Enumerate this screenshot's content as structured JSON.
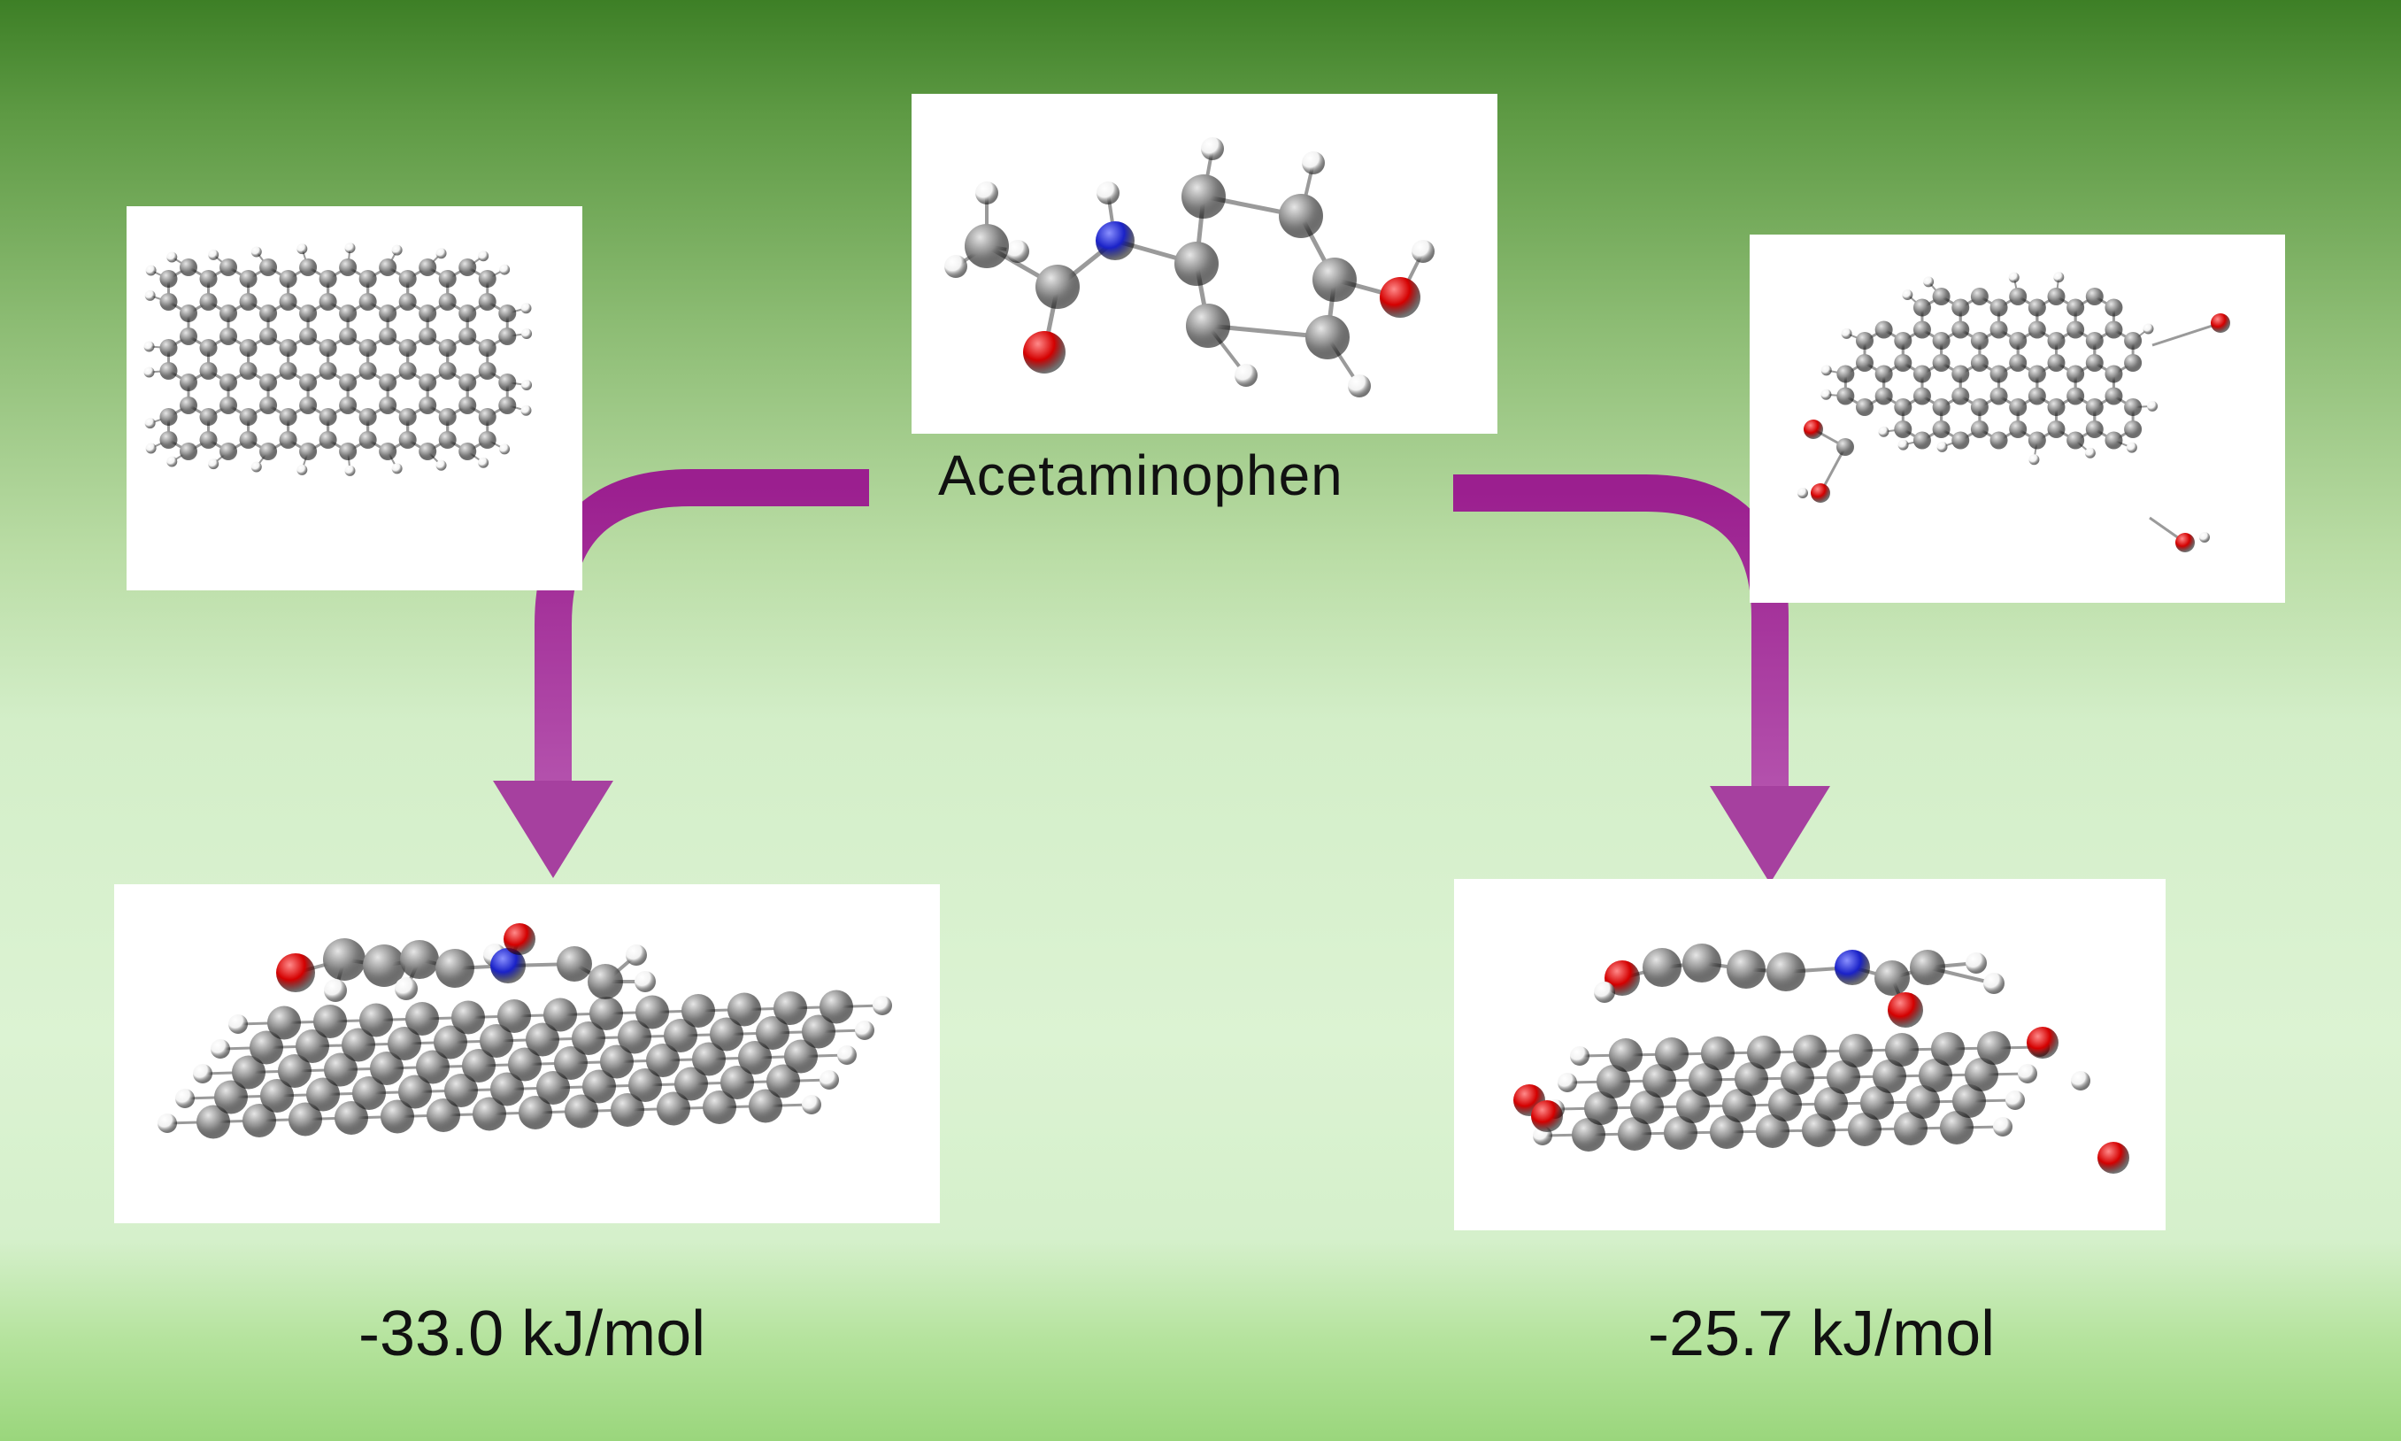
{
  "molecule_label": "Acetaminophen",
  "results": [
    {
      "energy_label": "-33.0 kJ/mol"
    },
    {
      "energy_label": "-25.7 kJ/mol"
    }
  ],
  "colors": {
    "arrow": "#a2399d",
    "carbon": "#8a8a8a",
    "hydrogen": "#f2f2f2",
    "oxygen": "#d40000",
    "nitrogen": "#1a22c8",
    "background_top": "#3d7f26",
    "background_mid": "#dcf3d3"
  }
}
